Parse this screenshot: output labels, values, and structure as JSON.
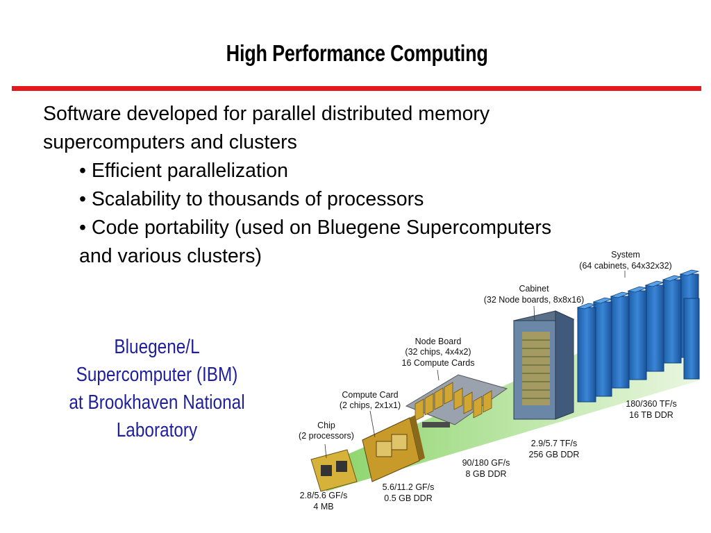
{
  "slide": {
    "title": "High Performance Computing",
    "accent_color": "#e3191c",
    "body": {
      "line1": "Software developed for parallel distributed memory",
      "line2": "supercomputers and clusters",
      "bullet_glyph": "•",
      "bullets": [
        "Efficient parallelization",
        "Scalability to thousands of processors",
        "Code portability (used on Bluegene Supercomputers"
      ],
      "bullet3_continuation": "and various clusters)"
    },
    "caption": {
      "lines": [
        "Bluegene/L",
        "Supercomputer (IBM)",
        "at Brookhaven National",
        "Laboratory"
      ],
      "color": "#1f1f9e"
    }
  },
  "diagram": {
    "levels": [
      {
        "name": "Chip",
        "detail": "(2 processors)",
        "perf": "2.8/5.6 GF/s",
        "memory": "4 MB"
      },
      {
        "name": "Compute Card",
        "detail": "(2 chips, 2x1x1)",
        "perf": "5.6/11.2 GF/s",
        "memory": "0.5 GB DDR"
      },
      {
        "name": "Node Board",
        "detail": "(32 chips, 4x4x2)",
        "extra": "16 Compute Cards",
        "perf": "90/180 GF/s",
        "memory": "8 GB DDR"
      },
      {
        "name": "Cabinet",
        "detail": "(32 Node boards, 8x8x16)",
        "perf": "2.9/5.7 TF/s",
        "memory": "256 GB DDR"
      },
      {
        "name": "System",
        "detail": "(64 cabinets, 64x32x32)",
        "perf": "180/360 TF/s",
        "memory": "16 TB DDR"
      }
    ],
    "colors": {
      "wedge": "#7fcf5a",
      "cabinet": "#2a74c4",
      "chip": "#d8a81a"
    }
  }
}
